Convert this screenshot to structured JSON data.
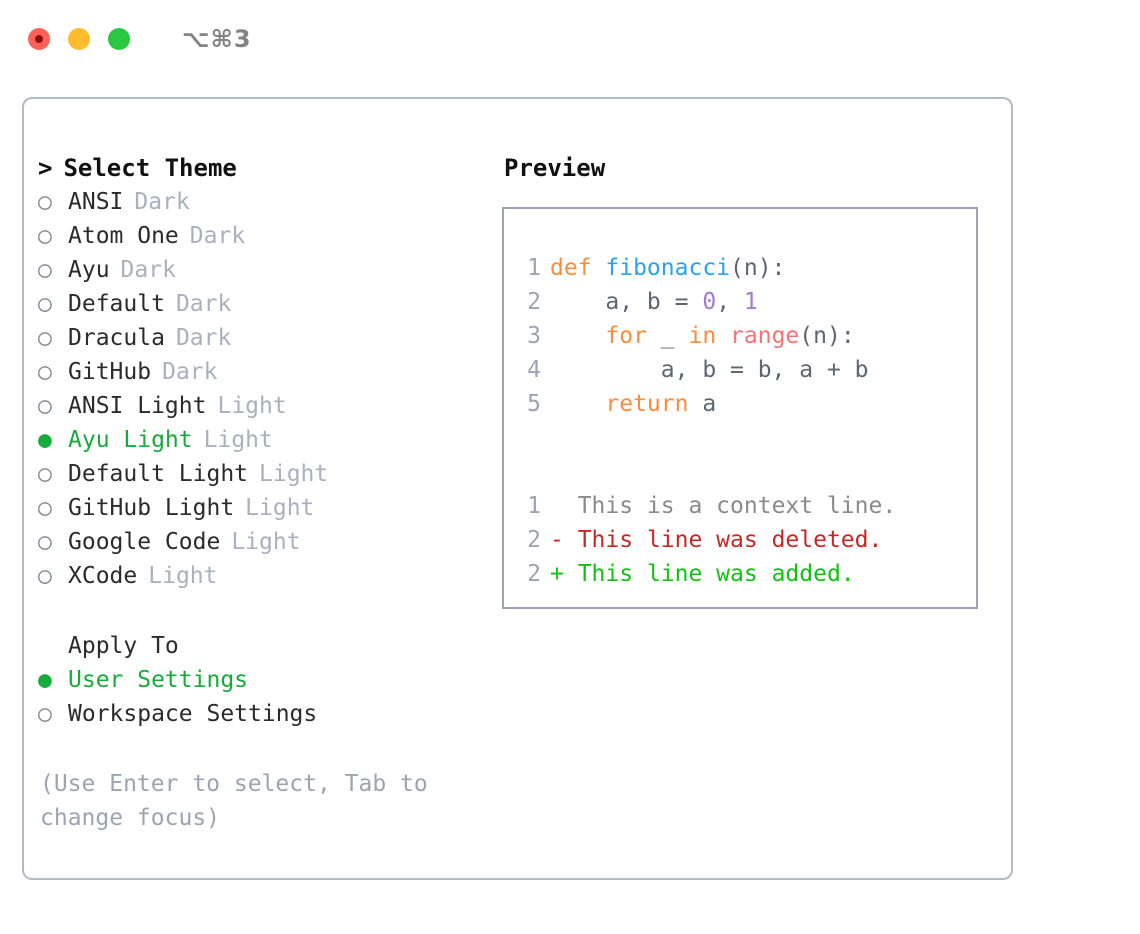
{
  "window": {
    "traffic_lights": [
      "close-red",
      "minimize-yellow",
      "maximize-green"
    ],
    "shortcut": "⌥⌘3"
  },
  "theme_picker": {
    "caret": ">",
    "heading": "Select Theme",
    "bullet_empty": "○",
    "bullet_filled": "●",
    "items": [
      {
        "label": "ANSI",
        "tag": "Dark",
        "selected": false
      },
      {
        "label": "Atom One",
        "tag": "Dark",
        "selected": false
      },
      {
        "label": "Ayu",
        "tag": "Dark",
        "selected": false
      },
      {
        "label": "Default",
        "tag": "Dark",
        "selected": false
      },
      {
        "label": "Dracula",
        "tag": "Dark",
        "selected": false
      },
      {
        "label": "GitHub",
        "tag": "Dark",
        "selected": false
      },
      {
        "label": "ANSI Light",
        "tag": "Light",
        "selected": false
      },
      {
        "label": "Ayu Light",
        "tag": "Light",
        "selected": true
      },
      {
        "label": "Default Light",
        "tag": "Light",
        "selected": false
      },
      {
        "label": "GitHub Light",
        "tag": "Light",
        "selected": false
      },
      {
        "label": "Google Code",
        "tag": "Light",
        "selected": false
      },
      {
        "label": "XCode",
        "tag": "Light",
        "selected": false
      }
    ]
  },
  "apply_to": {
    "title": "Apply To",
    "options": [
      {
        "label": "User Settings",
        "selected": true
      },
      {
        "label": "Workspace Settings",
        "selected": false
      }
    ]
  },
  "hint": "(Use Enter to select, Tab to change focus)",
  "preview": {
    "title": "Preview",
    "code_lines": [
      {
        "no": "1",
        "tokens": [
          {
            "t": "def ",
            "c": "kw"
          },
          {
            "t": "fibonacci",
            "c": "fn"
          },
          {
            "t": "(n):",
            "c": "punc"
          }
        ]
      },
      {
        "no": "2",
        "tokens": [
          {
            "t": "    a, b = ",
            "c": "ident"
          },
          {
            "t": "0",
            "c": "num"
          },
          {
            "t": ", ",
            "c": "punc"
          },
          {
            "t": "1",
            "c": "num"
          }
        ]
      },
      {
        "no": "3",
        "tokens": [
          {
            "t": "    ",
            "c": "ident"
          },
          {
            "t": "for ",
            "c": "kw"
          },
          {
            "t": "_ ",
            "c": "ident"
          },
          {
            "t": "in ",
            "c": "kw"
          },
          {
            "t": "range",
            "c": "builtin"
          },
          {
            "t": "(n):",
            "c": "punc"
          }
        ]
      },
      {
        "no": "4",
        "tokens": [
          {
            "t": "        a, b = b, a + b",
            "c": "ident"
          }
        ]
      },
      {
        "no": "5",
        "tokens": [
          {
            "t": "    ",
            "c": "ident"
          },
          {
            "t": "return ",
            "c": "kw"
          },
          {
            "t": "a",
            "c": "ident"
          }
        ]
      }
    ],
    "diff_lines": [
      {
        "no": "1",
        "marker": "  ",
        "text": "This is a context line.",
        "kind": "context"
      },
      {
        "no": "2",
        "marker": "- ",
        "text": "This line was deleted.",
        "kind": "del"
      },
      {
        "no": "2",
        "marker": "+ ",
        "text": "This line was added.",
        "kind": "add"
      }
    ]
  },
  "colors": {
    "green_selected": "#17ab3d",
    "muted": "#9aa5b1",
    "border": "#b3bcc6",
    "preview_border": "#9aa5b1",
    "kw_orange": "#fa8d3e",
    "fn_blue": "#2aa3e8",
    "num_purple": "#a37acc",
    "builtin_salmon": "#f87277",
    "diff_del_red": "#c62828",
    "diff_add_green": "#13c115"
  }
}
